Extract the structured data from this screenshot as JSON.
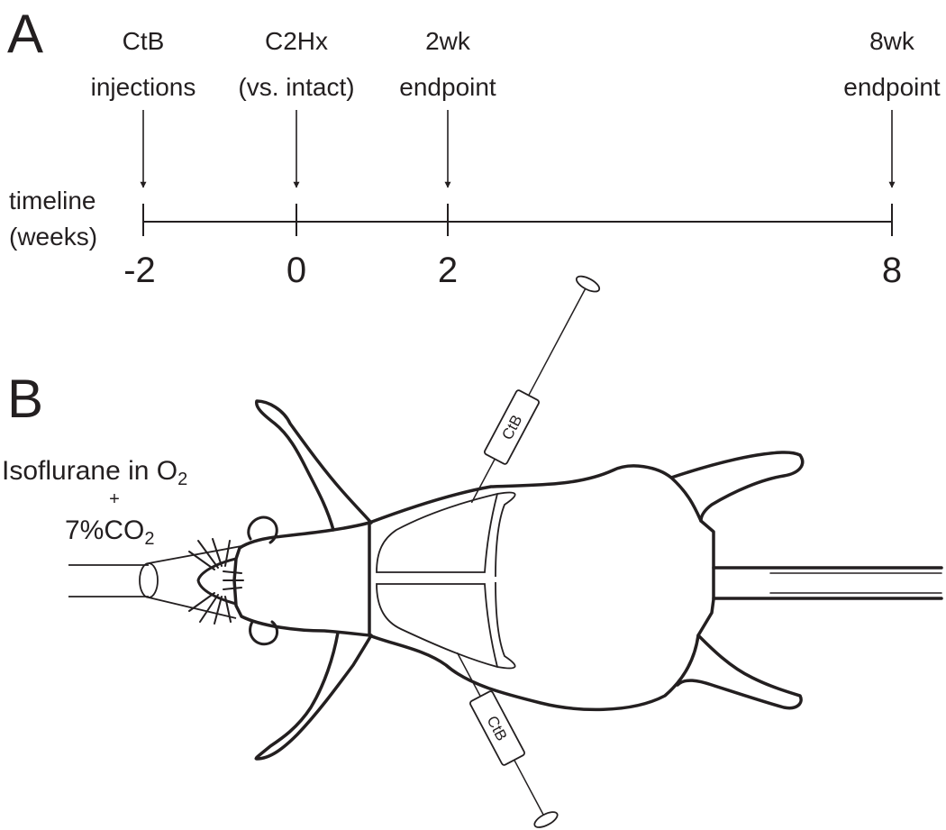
{
  "panels": {
    "a_label": "A",
    "b_label": "B"
  },
  "timeline": {
    "axis_label_line1": "timeline",
    "axis_label_line2": "(weeks)",
    "events": [
      {
        "week": "-2",
        "line1": "CtB",
        "line2": "injections"
      },
      {
        "week": "0",
        "line1": "C2Hx",
        "line2": "(vs. intact)"
      },
      {
        "week": "2",
        "line1": "2wk",
        "line2": "endpoint"
      },
      {
        "week": "8",
        "line1": "8wk",
        "line2": "endpoint"
      }
    ]
  },
  "schematic": {
    "gas_line1_text": "Isoflurane in O",
    "gas_line1_sub": "2",
    "gas_plus": "+",
    "gas_line2_text": "7%CO",
    "gas_line2_sub": "2",
    "syringe_label": "CtB"
  },
  "colors": {
    "ink": "#231f20",
    "background": "#ffffff"
  }
}
